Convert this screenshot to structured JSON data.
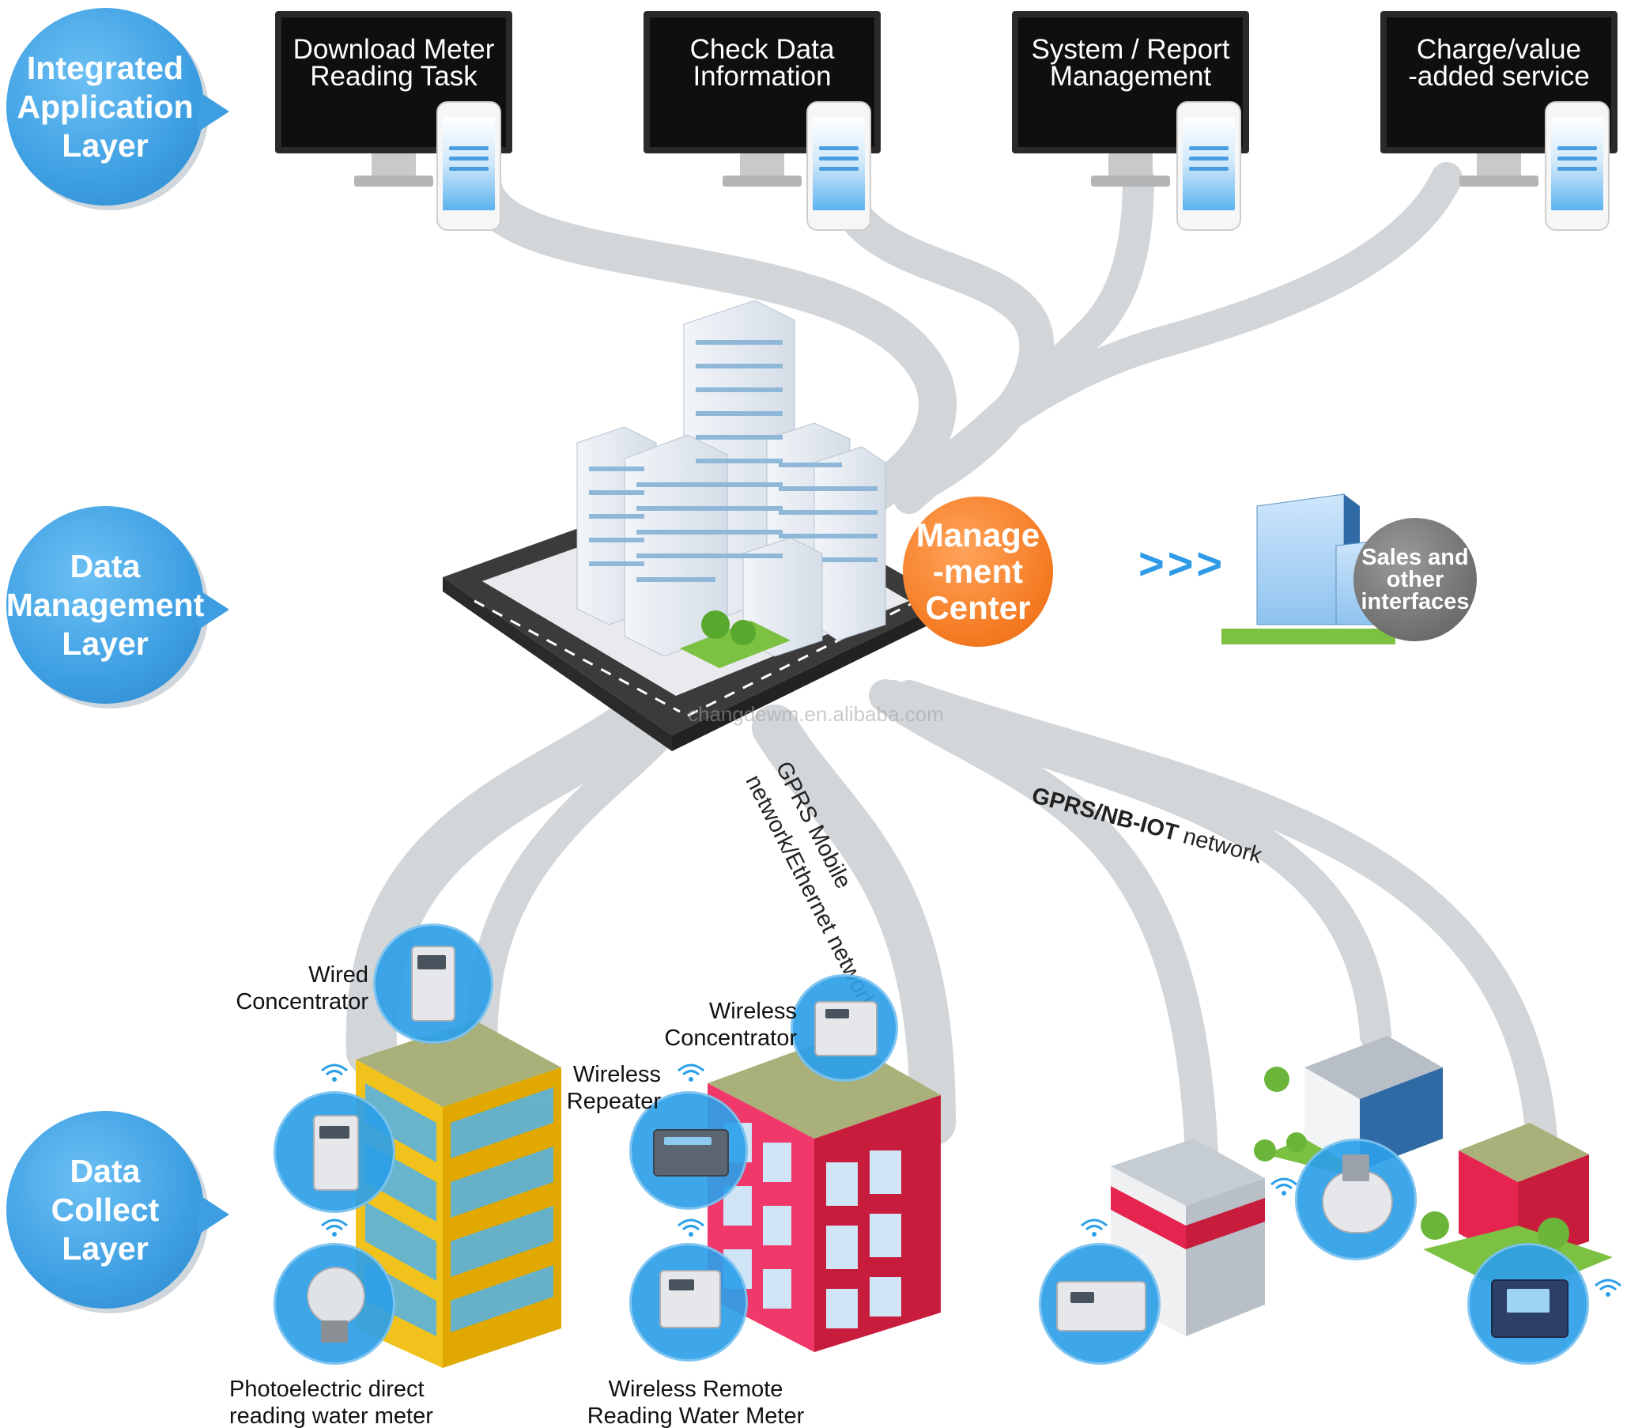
{
  "layers": [
    {
      "id": "integrated-application-layer",
      "label": "Integrated\nApplication\nLayer"
    },
    {
      "id": "data-management-layer",
      "label": "Data\nManagement\nLayer"
    },
    {
      "id": "data-collect-layer",
      "label": "Data\nCollect\nLayer"
    }
  ],
  "applications": [
    {
      "label": "Download Meter\nReading Task"
    },
    {
      "label": "Check Data\nInformation"
    },
    {
      "label": "System / Report\nManagement"
    },
    {
      "label": "Charge/value\n-added service"
    }
  ],
  "management_center": {
    "label": "Manage\n-ment\nCenter"
  },
  "sales_interfaces": {
    "label": "Sales and\nother\ninterfaces"
  },
  "chevrons": ">>>",
  "networks": {
    "gprs_ethernet": {
      "line1": "GPRS Mobile",
      "line2": "network/Ethernet network"
    },
    "gprs_nbiot": {
      "bold": "GPRS/NB-IOT",
      "rest": " network"
    }
  },
  "watermark": "changdewm.en.alibaba.com",
  "devices": {
    "wired_concentrator": "Wired\nConcentrator",
    "wireless_concentrator": "Wireless\nConcentrator",
    "wireless_repeater": "Wireless\nRepeater",
    "photoelectric_meter": "Photoelectric direct\nreading water meter",
    "wireless_remote_meter": "Wireless Remote\nReading Water Meter"
  },
  "colors": {
    "layer_blue": "#3d9fe2",
    "orange": "#f47920",
    "gray_callout": "#6e6e6e",
    "road": "#3b3b3b",
    "flow": "#d3d6d9",
    "device_blue": "#2ca0e8",
    "yellow_building": "#f1c21b",
    "red_building": "#e5254f",
    "green": "#7cc142"
  }
}
